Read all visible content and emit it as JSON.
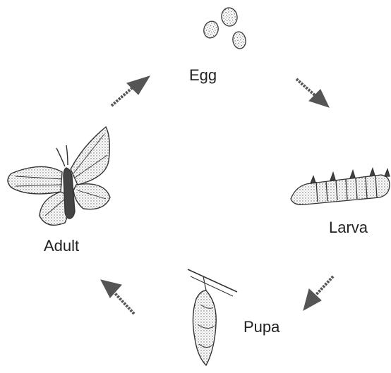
{
  "diagram": {
    "stages": [
      {
        "id": "egg",
        "label": "Egg"
      },
      {
        "id": "larva",
        "label": "Larva"
      },
      {
        "id": "pupa",
        "label": "Pupa"
      },
      {
        "id": "adult",
        "label": "Adult"
      }
    ],
    "arrows": [
      {
        "from": "egg",
        "to": "larva"
      },
      {
        "from": "larva",
        "to": "pupa"
      },
      {
        "from": "pupa",
        "to": "adult"
      },
      {
        "from": "adult",
        "to": "egg"
      }
    ],
    "colors": {
      "ink": "#333333",
      "arrow": "#555555",
      "background": "#ffffff"
    }
  }
}
